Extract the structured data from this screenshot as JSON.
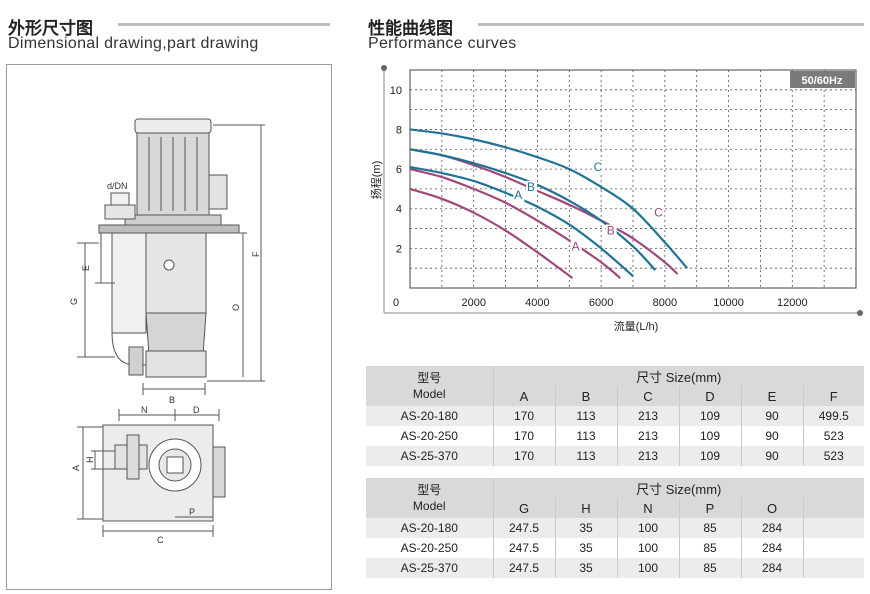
{
  "left_heading": {
    "zh": "外形尺寸图",
    "en": "Dimensional drawing,part drawing"
  },
  "right_heading": {
    "zh": "性能曲线图",
    "en": "Performance curves"
  },
  "drawing_labels": {
    "side": [
      "d/DN",
      "E",
      "G",
      "F",
      "O",
      "B"
    ],
    "top": [
      "N",
      "D",
      "A",
      "H",
      "P",
      "C"
    ]
  },
  "chart_data": {
    "type": "line",
    "badge": "50/60Hz",
    "xlabel": "流量(L/h)",
    "ylabel": "扬程(m)",
    "xlim": [
      0,
      14000
    ],
    "ylim": [
      0,
      11
    ],
    "x_ticks": [
      "0",
      "2000",
      "4000",
      "6000",
      "8000",
      "10000",
      "12000"
    ],
    "y_ticks": [
      "2",
      "4",
      "6",
      "8",
      "10"
    ],
    "grid": true,
    "series": [
      {
        "name": "A",
        "color": "#a0487c",
        "label_at": [
          5200,
          1.9
        ],
        "x": [
          0,
          1000,
          2000,
          3000,
          4000,
          4600,
          5100
        ],
        "y": [
          5.0,
          4.5,
          3.8,
          2.9,
          1.8,
          1.1,
          0.5
        ]
      },
      {
        "name": "B",
        "color": "#a0487c",
        "label_at": [
          6300,
          2.7
        ],
        "x": [
          0,
          1000,
          2000,
          3000,
          4000,
          5000,
          6000,
          6600
        ],
        "y": [
          6.0,
          5.6,
          5.0,
          4.3,
          3.4,
          2.4,
          1.3,
          0.5
        ]
      },
      {
        "name": "C",
        "color": "#a0487c",
        "label_at": [
          7800,
          3.6
        ],
        "x": [
          0,
          1000,
          2000,
          3000,
          4000,
          5000,
          6000,
          7000,
          8000,
          8400
        ],
        "y": [
          7.0,
          6.7,
          6.2,
          5.6,
          4.9,
          4.2,
          3.4,
          2.5,
          1.3,
          0.7
        ]
      },
      {
        "name": "A",
        "color": "#1f7396",
        "label_at": [
          3400,
          4.5
        ],
        "x": [
          0,
          1000,
          2000,
          3000,
          4000,
          5000,
          6000,
          7000
        ],
        "y": [
          6.1,
          5.8,
          5.4,
          4.8,
          4.1,
          3.2,
          2.0,
          0.6
        ]
      },
      {
        "name": "B",
        "color": "#1f7396",
        "label_at": [
          3800,
          4.9
        ],
        "x": [
          0,
          1000,
          2000,
          3000,
          4000,
          5000,
          6000,
          7000,
          7700
        ],
        "y": [
          7.0,
          6.7,
          6.3,
          5.8,
          5.2,
          4.4,
          3.4,
          2.1,
          0.9
        ]
      },
      {
        "name": "C",
        "color": "#1f7396",
        "label_at": [
          5900,
          5.9
        ],
        "x": [
          0,
          1000,
          2000,
          3000,
          4000,
          5000,
          6000,
          7000,
          8000,
          8700
        ],
        "y": [
          8.0,
          7.8,
          7.5,
          7.1,
          6.6,
          6.0,
          5.1,
          4.0,
          2.3,
          1.0
        ]
      }
    ]
  },
  "table1": {
    "model_zh": "型号",
    "model_en": "Model",
    "size_title": "尺寸 Size(mm)",
    "columns": [
      "A",
      "B",
      "C",
      "D",
      "E",
      "F"
    ],
    "rows": [
      {
        "model": "AS-20-180",
        "values": [
          "170",
          "113",
          "213",
          "109",
          "90",
          "499.5"
        ]
      },
      {
        "model": "AS-20-250",
        "values": [
          "170",
          "113",
          "213",
          "109",
          "90",
          "523"
        ]
      },
      {
        "model": "AS-25-370",
        "values": [
          "170",
          "113",
          "213",
          "109",
          "90",
          "523"
        ]
      }
    ]
  },
  "table2": {
    "model_zh": "型号",
    "model_en": "Model",
    "size_title": "尺寸 Size(mm)",
    "columns": [
      "G",
      "H",
      "N",
      "P",
      "O",
      ""
    ],
    "rows": [
      {
        "model": "AS-20-180",
        "values": [
          "247.5",
          "35",
          "100",
          "85",
          "284",
          ""
        ]
      },
      {
        "model": "AS-20-250",
        "values": [
          "247.5",
          "35",
          "100",
          "85",
          "284",
          ""
        ]
      },
      {
        "model": "AS-25-370",
        "values": [
          "247.5",
          "35",
          "100",
          "85",
          "284",
          ""
        ]
      }
    ]
  }
}
